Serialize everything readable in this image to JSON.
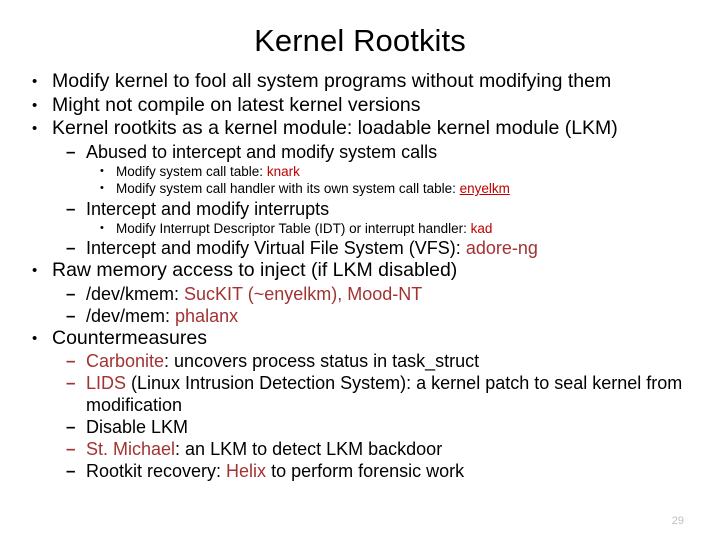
{
  "slide": {
    "title": "Kernel Rootkits",
    "page_number": "29",
    "colors": {
      "accent_red": "#C00000",
      "dark_red": "#A33232",
      "page_number_gray": "#bfbfbf",
      "text_black": "#000000",
      "background": "#ffffff"
    },
    "markers": {
      "level1_bullet": "•",
      "level2_dash": "–",
      "level3_bullet": "•"
    },
    "bullets": [
      {
        "level": 1,
        "id": "modify-kernel",
        "text": "Modify kernel to fool all system programs without modifying them"
      },
      {
        "level": 1,
        "id": "might-not-compile",
        "text": "Might not compile on latest kernel versions"
      },
      {
        "level": 1,
        "id": "kernel-rootkits-lkm",
        "text": "Kernel rootkits as a kernel module: loadable kernel module (LKM)"
      },
      {
        "level": 2,
        "id": "abused-intercept-syscalls",
        "text": "Abused to intercept and modify system calls"
      },
      {
        "level": 3,
        "id": "modify-syscall-table",
        "text_before": "Modify system call table: ",
        "highlight": "knark",
        "highlight_style": "red",
        "text_after": ""
      },
      {
        "level": 3,
        "id": "modify-syscall-handler",
        "text_before": "Modify system call handler with its own system call table:  ",
        "highlight": "enyelkm",
        "highlight_style": "link",
        "text_after": ""
      },
      {
        "level": 2,
        "id": "intercept-modify-interrupts",
        "text": "Intercept and modify interrupts"
      },
      {
        "level": 3,
        "id": "modify-idt",
        "text_before": "Modify Interrupt Descriptor Table (IDT) or interrupt handler: ",
        "highlight": "kad",
        "highlight_style": "red",
        "text_after": ""
      },
      {
        "level": 2,
        "id": "intercept-modify-vfs",
        "text_before": "Intercept and modify Virtual File System (VFS): ",
        "highlight": "adore-ng",
        "highlight_style": "darkred",
        "text_after": ""
      },
      {
        "level": 1,
        "id": "raw-memory-access",
        "text": "Raw memory access to inject (if LKM disabled)"
      },
      {
        "level": 2,
        "id": "dev-kmem",
        "text_before": "/dev/kmem: ",
        "highlight": "SucKIT (~enyelkm), Mood-NT",
        "highlight_style": "darkred",
        "text_after": ""
      },
      {
        "level": 2,
        "id": "dev-mem",
        "text_before": "/dev/mem: ",
        "highlight": "phalanx",
        "highlight_style": "darkred",
        "text_after": ""
      },
      {
        "level": 1,
        "id": "countermeasures",
        "text": "Countermeasures"
      },
      {
        "level": 2,
        "id": "carbonite",
        "marker_style": "darkred",
        "highlight": "Carbonite",
        "highlight_style": "darkred",
        "text_before": "",
        "text_after": ": uncovers process status in task_struct"
      },
      {
        "level": 2,
        "id": "lids",
        "marker_style": "darkred",
        "highlight": "LIDS",
        "highlight_style": "darkred",
        "text_before": "",
        "text_after": " (Linux Intrusion Detection System): a kernel patch to seal kernel from modification"
      },
      {
        "level": 2,
        "id": "disable-lkm",
        "text": "Disable LKM"
      },
      {
        "level": 2,
        "id": "st-michael",
        "marker_style": "darkred",
        "highlight": "St. Michael",
        "highlight_style": "darkred",
        "text_before": "",
        "text_after": ": an LKM to detect LKM backdoor"
      },
      {
        "level": 2,
        "id": "rootkit-recovery",
        "text_before": "Rootkit recovery: ",
        "highlight": "Helix",
        "highlight_style": "darkred",
        "text_after": " to perform forensic work"
      }
    ]
  }
}
